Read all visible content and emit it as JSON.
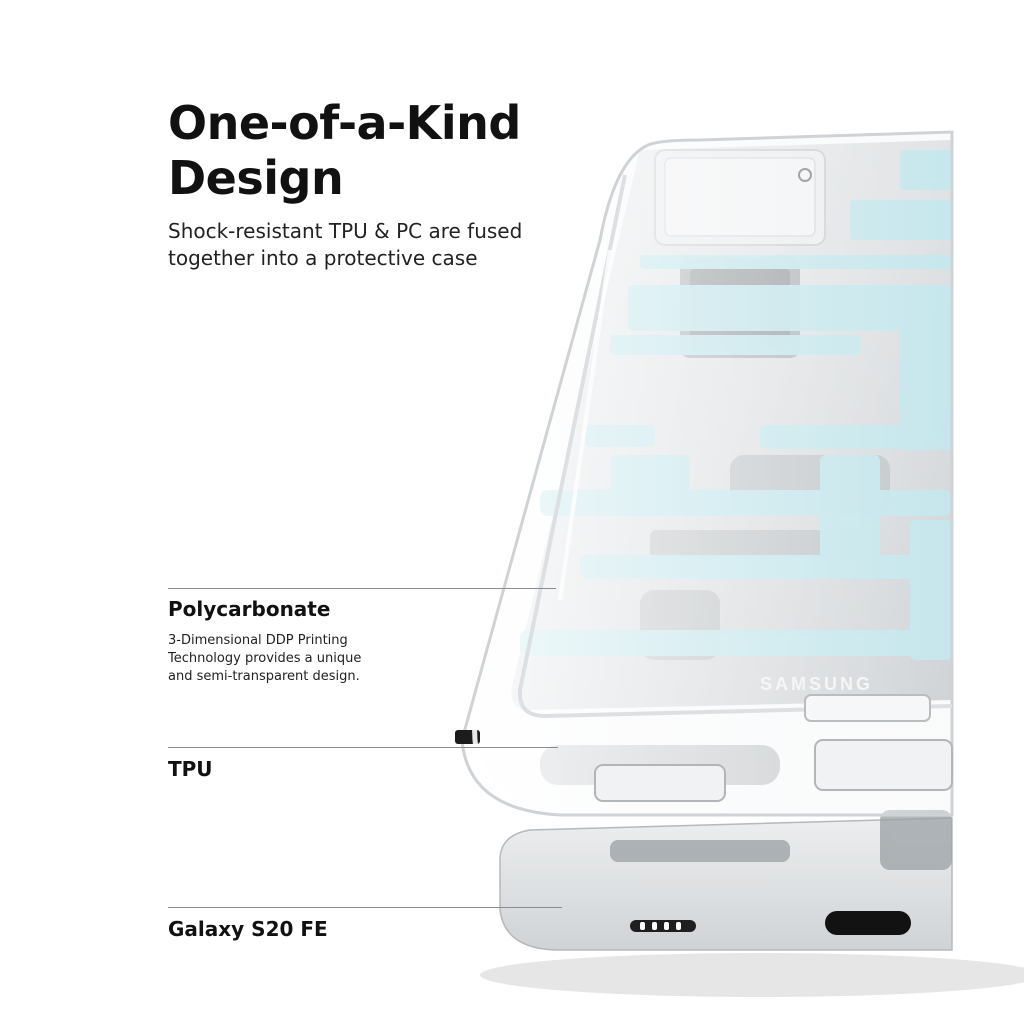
{
  "headline": {
    "line1": "One-of-a-Kind",
    "line2": "Design"
  },
  "subheadline": {
    "line1": "Shock-resistant TPU & PC are fused",
    "line2": "together into a protective case"
  },
  "callouts": [
    {
      "title": "Polycarbonate",
      "description_lines": [
        "3-Dimensional DDP Printing",
        "Technology provides a unique",
        "and semi-transparent design."
      ]
    },
    {
      "title": "TPU"
    },
    {
      "title": "Galaxy S20 FE"
    }
  ],
  "phone_brand_text": "SAMSUNG",
  "colors": {
    "background": "#ffffff",
    "pattern_blue": "#a6dfe8",
    "phone_silver": "#c9cccf",
    "text": "#111111",
    "callout_line": "#8c8c8c"
  },
  "icons": [
    "camera-module-icon",
    "usb-c-port-icon",
    "speaker-grille-icon",
    "side-button-icon"
  ]
}
